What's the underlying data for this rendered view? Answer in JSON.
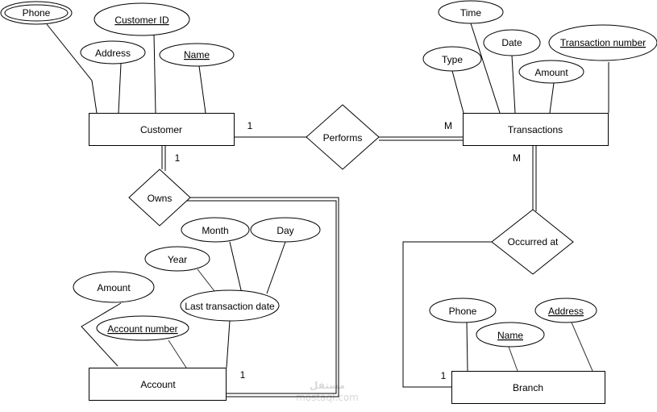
{
  "entities": {
    "customer": "Customer",
    "transactions": "Transactions",
    "account": "Account",
    "branch": "Branch"
  },
  "relationships": {
    "performs": "Performs",
    "owns": "Owns",
    "occurred_at": "Occurred at"
  },
  "attributes": {
    "customer_phone": "Phone",
    "customer_id": "Customer ID",
    "customer_address": "Address",
    "customer_name": "Name",
    "tx_time": "Time",
    "tx_date": "Date",
    "tx_number": "Transaction number",
    "tx_type": "Type",
    "tx_amount": "Amount",
    "acc_month": "Month",
    "acc_day": "Day",
    "acc_year": "Year",
    "acc_amount": "Amount",
    "acc_last_tx_date": "Last transaction date",
    "acc_number": "Account number",
    "branch_phone": "Phone",
    "branch_name": "Name",
    "branch_address": "Address"
  },
  "cardinalities": {
    "customer_performs": "1",
    "transactions_performs": "M",
    "customer_owns": "1",
    "account_owns": "1",
    "transactions_occurred": "M",
    "branch_occurred": "1"
  },
  "watermark": {
    "arabic": "مستقل",
    "latin": "mostaql.com"
  }
}
